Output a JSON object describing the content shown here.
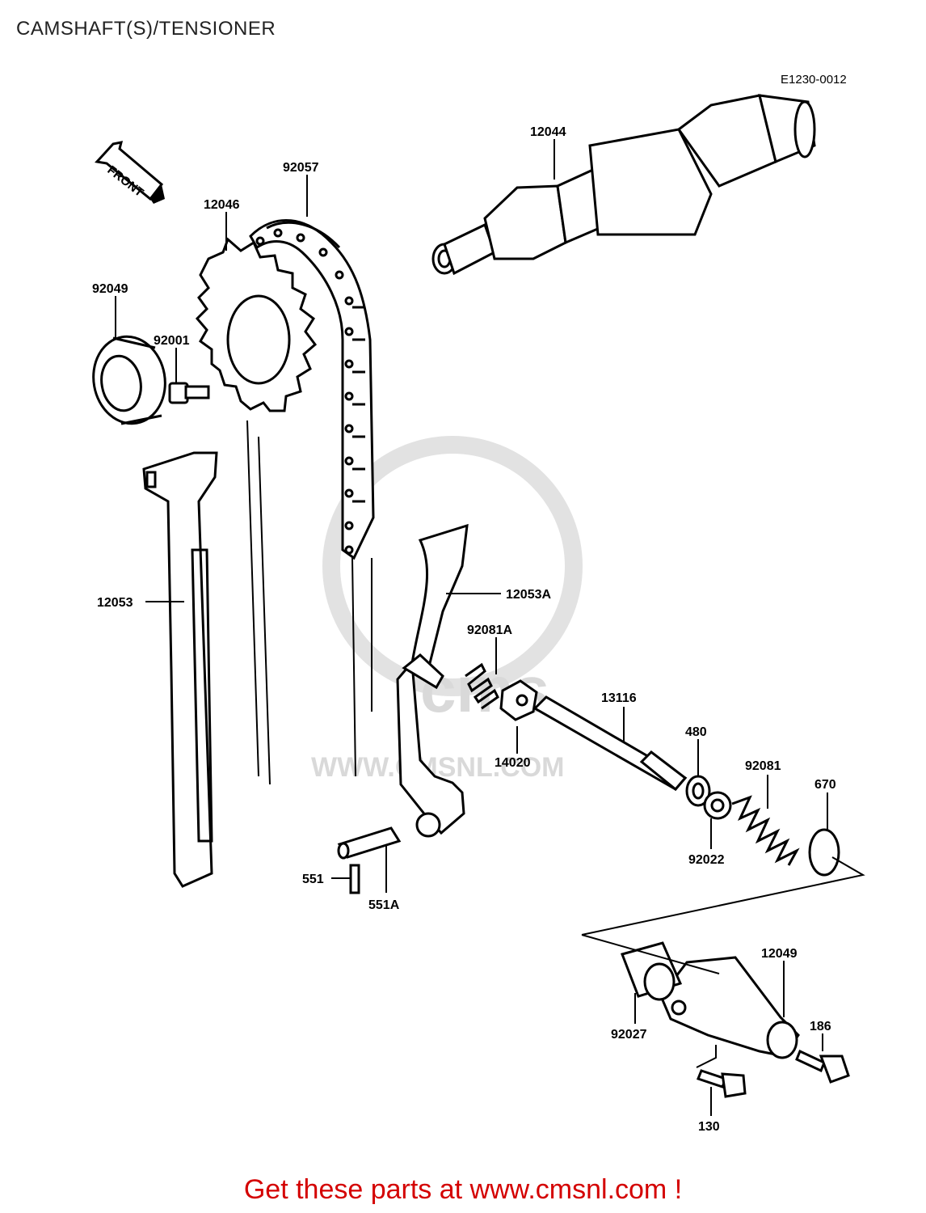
{
  "diagram": {
    "title": "CAMSHAFT(S)/TENSIONER",
    "code": "E1230-0012",
    "front_label": "FRONT",
    "watermark": "WWW.CMSNL.COM",
    "watermark_logo": "cms",
    "parts": {
      "p12044": "12044",
      "p92057": "92057",
      "p12046": "12046",
      "p92049": "92049",
      "p92001": "92001",
      "p12053": "12053",
      "p12053A": "12053A",
      "p92081A": "92081A",
      "p13116": "13116",
      "p14020": "14020",
      "p480": "480",
      "p92081": "92081",
      "p670": "670",
      "p92022": "92022",
      "p551": "551",
      "p551A": "551A",
      "p12049": "12049",
      "p92027": "92027",
      "p186": "186",
      "p130": "130"
    }
  },
  "footer": {
    "text": "Get these parts at www.cmsnl.com !"
  },
  "colors": {
    "footer": "#d40000",
    "line": "#000000",
    "watermark": "#d9d9d9"
  }
}
